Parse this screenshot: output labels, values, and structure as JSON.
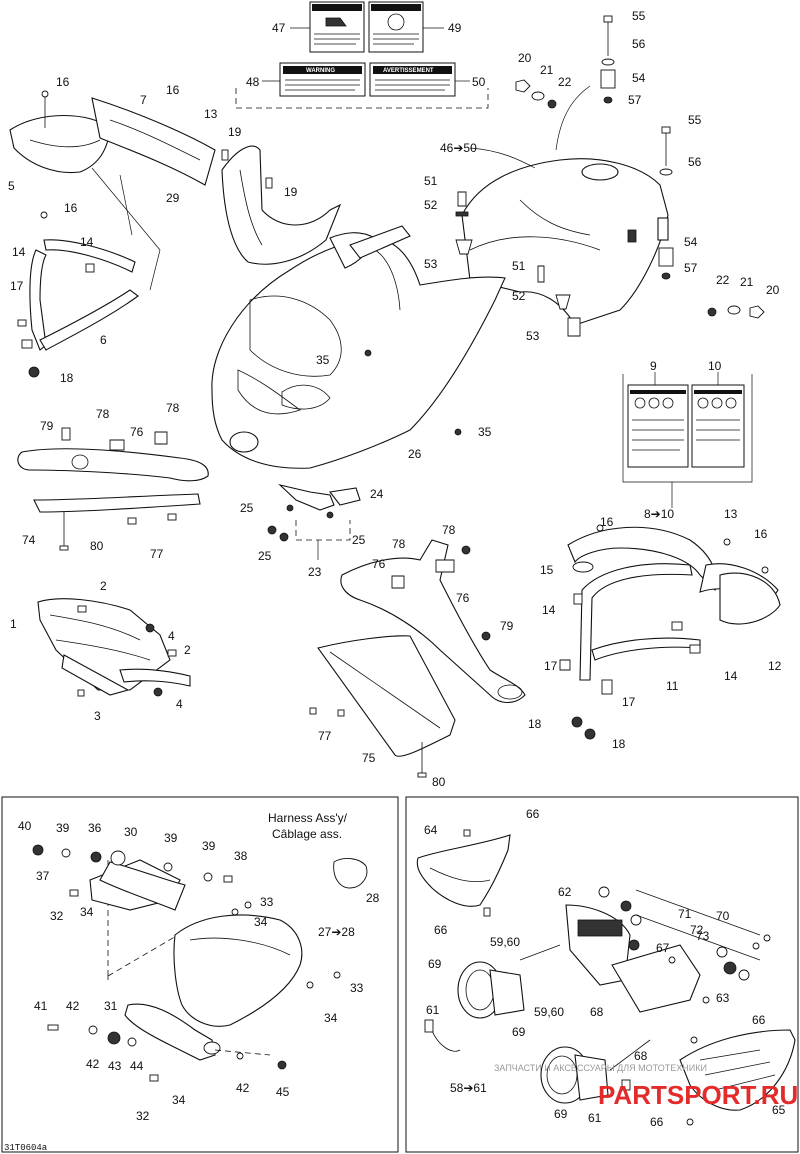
{
  "diagram_code": "31T0604a",
  "harness_label": [
    "Harness Ass'y/",
    "Câblage ass."
  ],
  "decal_warning": "WARNING",
  "decal_avertissement": "AVERTISSEMENT",
  "watermark_text": "ЗАПЧАСТИ И АКСЕССУАРЫ ДЛЯ МОТОТЕХНИКИ",
  "watermark_logo": "PARTSPORT.RU",
  "callouts": [
    {
      "id": "c47",
      "text": "47"
    },
    {
      "id": "c49",
      "text": "49"
    },
    {
      "id": "c48",
      "text": "48"
    },
    {
      "id": "c50",
      "text": "50"
    },
    {
      "id": "c46_50",
      "text": "46➔50"
    },
    {
      "id": "c55a",
      "text": "55"
    },
    {
      "id": "c56a",
      "text": "56"
    },
    {
      "id": "c54a",
      "text": "54"
    },
    {
      "id": "c57a",
      "text": "57"
    },
    {
      "id": "c20a",
      "text": "20"
    },
    {
      "id": "c21a",
      "text": "21"
    },
    {
      "id": "c22a",
      "text": "22"
    },
    {
      "id": "c55b",
      "text": "55"
    },
    {
      "id": "c56b",
      "text": "56"
    },
    {
      "id": "c54b",
      "text": "54"
    },
    {
      "id": "c57b",
      "text": "57"
    },
    {
      "id": "c22b",
      "text": "22"
    },
    {
      "id": "c21b",
      "text": "21"
    },
    {
      "id": "c20b",
      "text": "20"
    },
    {
      "id": "c51a",
      "text": "51"
    },
    {
      "id": "c52a",
      "text": "52"
    },
    {
      "id": "c53a",
      "text": "53"
    },
    {
      "id": "c51b",
      "text": "51"
    },
    {
      "id": "c52b",
      "text": "52"
    },
    {
      "id": "c53b",
      "text": "53"
    },
    {
      "id": "c16a",
      "text": "16"
    },
    {
      "id": "c16b",
      "text": "16"
    },
    {
      "id": "c7",
      "text": "7"
    },
    {
      "id": "c13a",
      "text": "13"
    },
    {
      "id": "c19a",
      "text": "19"
    },
    {
      "id": "c19b",
      "text": "19"
    },
    {
      "id": "c29",
      "text": "29"
    },
    {
      "id": "c5",
      "text": "5"
    },
    {
      "id": "c16c",
      "text": "16"
    },
    {
      "id": "c14a",
      "text": "14"
    },
    {
      "id": "c14b",
      "text": "14"
    },
    {
      "id": "c17a",
      "text": "17"
    },
    {
      "id": "c6",
      "text": "6"
    },
    {
      "id": "c18a",
      "text": "18"
    },
    {
      "id": "c35a",
      "text": "35"
    },
    {
      "id": "c35b",
      "text": "35"
    },
    {
      "id": "c26",
      "text": "26"
    },
    {
      "id": "c9",
      "text": "9"
    },
    {
      "id": "c10",
      "text": "10"
    },
    {
      "id": "c79a",
      "text": "79"
    },
    {
      "id": "c78a",
      "text": "78"
    },
    {
      "id": "c78b",
      "text": "78"
    },
    {
      "id": "c76a",
      "text": "76"
    },
    {
      "id": "c74",
      "text": "74"
    },
    {
      "id": "c80a",
      "text": "80"
    },
    {
      "id": "c77a",
      "text": "77"
    },
    {
      "id": "c25a",
      "text": "25"
    },
    {
      "id": "c24",
      "text": "24"
    },
    {
      "id": "c25b",
      "text": "25"
    },
    {
      "id": "c25c",
      "text": "25"
    },
    {
      "id": "c23",
      "text": "23"
    },
    {
      "id": "c8_10",
      "text": "8➔10"
    },
    {
      "id": "c13b",
      "text": "13"
    },
    {
      "id": "c16d",
      "text": "16"
    },
    {
      "id": "c16e",
      "text": "16"
    },
    {
      "id": "c15",
      "text": "15"
    },
    {
      "id": "c14c",
      "text": "14"
    },
    {
      "id": "c14d",
      "text": "14"
    },
    {
      "id": "c12",
      "text": "12"
    },
    {
      "id": "c17b",
      "text": "17"
    },
    {
      "id": "c11",
      "text": "11"
    },
    {
      "id": "c17c",
      "text": "17"
    },
    {
      "id": "c18b",
      "text": "18"
    },
    {
      "id": "c18c",
      "text": "18"
    },
    {
      "id": "c78c",
      "text": "78"
    },
    {
      "id": "c78d",
      "text": "78"
    },
    {
      "id": "c76b",
      "text": "76"
    },
    {
      "id": "c76c",
      "text": "76"
    },
    {
      "id": "c79b",
      "text": "79"
    },
    {
      "id": "c77b",
      "text": "77"
    },
    {
      "id": "c75",
      "text": "75"
    },
    {
      "id": "c80b",
      "text": "80"
    },
    {
      "id": "c2a",
      "text": "2"
    },
    {
      "id": "c1",
      "text": "1"
    },
    {
      "id": "c4a",
      "text": "4"
    },
    {
      "id": "c2b",
      "text": "2"
    },
    {
      "id": "c3",
      "text": "3"
    },
    {
      "id": "c4b",
      "text": "4"
    },
    {
      "id": "c40",
      "text": "40"
    },
    {
      "id": "c39a",
      "text": "39"
    },
    {
      "id": "c36",
      "text": "36"
    },
    {
      "id": "c30",
      "text": "30"
    },
    {
      "id": "c39b",
      "text": "39"
    },
    {
      "id": "c39c",
      "text": "39"
    },
    {
      "id": "c38",
      "text": "38"
    },
    {
      "id": "c37",
      "text": "37"
    },
    {
      "id": "c32a",
      "text": "32"
    },
    {
      "id": "c34a",
      "text": "34"
    },
    {
      "id": "c33a",
      "text": "33"
    },
    {
      "id": "c34b",
      "text": "34"
    },
    {
      "id": "c28",
      "text": "28"
    },
    {
      "id": "c27_28",
      "text": "27➔28"
    },
    {
      "id": "c33b",
      "text": "33"
    },
    {
      "id": "c34c",
      "text": "34"
    },
    {
      "id": "c41",
      "text": "41"
    },
    {
      "id": "c42a",
      "text": "42"
    },
    {
      "id": "c31",
      "text": "31"
    },
    {
      "id": "c42b",
      "text": "42"
    },
    {
      "id": "c43",
      "text": "43"
    },
    {
      "id": "c44",
      "text": "44"
    },
    {
      "id": "c42c",
      "text": "42"
    },
    {
      "id": "c45",
      "text": "45"
    },
    {
      "id": "c32b",
      "text": "32"
    },
    {
      "id": "c34d",
      "text": "34"
    },
    {
      "id": "c66a",
      "text": "66"
    },
    {
      "id": "c64",
      "text": "64"
    },
    {
      "id": "c66b",
      "text": "66"
    },
    {
      "id": "c62",
      "text": "62"
    },
    {
      "id": "c71",
      "text": "71"
    },
    {
      "id": "c70",
      "text": "70"
    },
    {
      "id": "c72",
      "text": "72"
    },
    {
      "id": "c73",
      "text": "73"
    },
    {
      "id": "c59_60a",
      "text": "59,60"
    },
    {
      "id": "c67",
      "text": "67"
    },
    {
      "id": "c69a",
      "text": "69"
    },
    {
      "id": "c63",
      "text": "63"
    },
    {
      "id": "c68a",
      "text": "68"
    },
    {
      "id": "c61a",
      "text": "61"
    },
    {
      "id": "c69b",
      "text": "69"
    },
    {
      "id": "c59_60b",
      "text": "59,60"
    },
    {
      "id": "c66c",
      "text": "66"
    },
    {
      "id": "c68b",
      "text": "68"
    },
    {
      "id": "c58_61",
      "text": "58➔61"
    },
    {
      "id": "c69c",
      "text": "69"
    },
    {
      "id": "c61b",
      "text": "61"
    },
    {
      "id": "c66d",
      "text": "66"
    },
    {
      "id": "c65",
      "text": "65"
    }
  ]
}
